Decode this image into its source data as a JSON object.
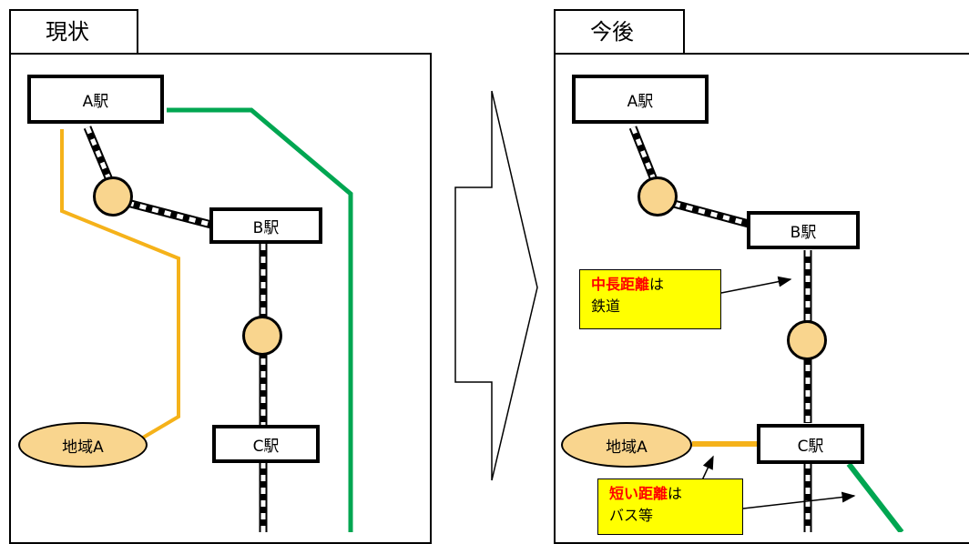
{
  "left_panel": {
    "title": "現状"
  },
  "right_panel": {
    "title": "今後"
  },
  "stations": {
    "a": "A駅",
    "b": "B駅",
    "c": "C駅"
  },
  "area": {
    "label": "地域A"
  },
  "notes": {
    "railway": {
      "emph": "中長距離",
      "tail": "は",
      "line2": "鉄道"
    },
    "bus": {
      "emph": "短い距離",
      "tail": "は",
      "line2": "バス等"
    }
  },
  "colors": {
    "green_line": "#00a651",
    "orange_line": "#f5b21a",
    "stop_fill": "#f9d58e",
    "note_bg": "#ffff00",
    "emphasis": "#ff0000"
  }
}
